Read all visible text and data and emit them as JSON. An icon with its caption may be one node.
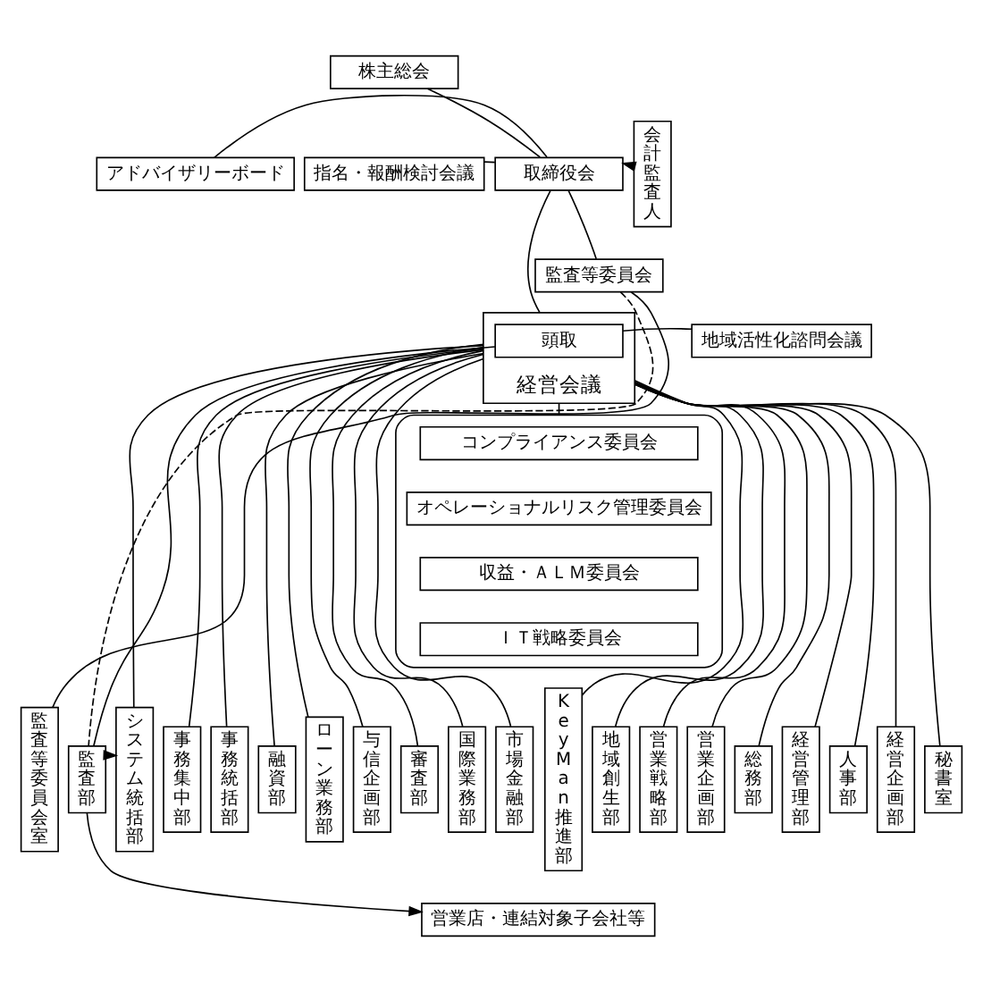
{
  "diagram": {
    "nodes": [
      {
        "text": [
          "株主総会"
        ]
      },
      {
        "text": [
          "アドバイザリーボード"
        ]
      },
      {
        "text": [
          "指名・報酬検討会議"
        ]
      },
      {
        "text": [
          "取締役会"
        ]
      },
      {
        "text": [
          "会計監査人"
        ]
      },
      {
        "text": [
          "監査等委員会"
        ]
      },
      {
        "text": [
          "経営会議"
        ]
      },
      {
        "text": [
          "頭取"
        ],
        "in": 6
      },
      {
        "text": [
          "地域活性化諮問会議"
        ]
      },
      {
        "text": [],
        "shape": "box"
      },
      {
        "text": [
          "コンプライアンス委員会"
        ],
        "in": 9
      },
      {
        "text": [
          "オペレーショナルリスク管理委員会"
        ],
        "in": 9
      },
      {
        "text": [
          "収益・ＡＬＭ委員会"
        ],
        "in": 9
      },
      {
        "text": [
          "ＩＴ戦略委員会"
        ],
        "in": 9
      },
      {
        "text": [
          "監査等委員会室"
        ]
      },
      {
        "text": [
          "監査部"
        ]
      },
      {
        "text": [
          "システム統括部"
        ]
      },
      {
        "text": [
          "事務集中部"
        ]
      },
      {
        "text": [
          "事務統括部"
        ]
      },
      {
        "text": [
          "融資部"
        ]
      },
      {
        "text": [
          "ローン業務部"
        ]
      },
      {
        "text": [
          "与信企画部"
        ]
      },
      {
        "text": [
          "審査部"
        ]
      },
      {
        "text": [
          "国際業務部"
        ]
      },
      {
        "text": [
          "市場金融部"
        ]
      },
      {
        "text": [
          "KeyMan推進部"
        ]
      },
      {
        "text": [
          "地域創生部"
        ]
      },
      {
        "text": [
          "営業戦略部"
        ]
      },
      {
        "text": [
          "営業企画部"
        ]
      },
      {
        "text": [
          "総務部"
        ]
      },
      {
        "text": [
          "経営管理部"
        ]
      },
      {
        "text": [
          "人事部"
        ]
      },
      {
        "text": [
          "経営企画部"
        ]
      },
      {
        "text": [
          "秘書室"
        ]
      },
      {
        "text": [
          "営業店・連結対象子会社等"
        ]
      }
    ],
    "edges": [
      {
        "from": 0,
        "to": 3,
        "arrow": "none"
      },
      {
        "from": 1,
        "to": 3,
        "arrow": "none"
      },
      {
        "from": 2,
        "to": 3,
        "arrow": "none"
      },
      {
        "from": 4,
        "to": 3,
        "arrow": "to"
      },
      {
        "from": 5,
        "to": 3,
        "arrow": "none"
      },
      {
        "from": 3,
        "to": 6,
        "arrow": "none"
      },
      {
        "from": 5,
        "to": 14,
        "arrow": "none"
      },
      {
        "from": 5,
        "to": 15,
        "arrow": "none",
        "style": "dashed"
      },
      {
        "from": 7,
        "to": 8,
        "arrow": "none"
      },
      {
        "from": 7,
        "to": 15,
        "arrow": "none"
      },
      {
        "from": 6,
        "to": 9,
        "arrow": "none"
      },
      {
        "from": 6,
        "to": 16,
        "arrow": "none"
      },
      {
        "from": 6,
        "to": 17,
        "arrow": "none"
      },
      {
        "from": 6,
        "to": 18,
        "arrow": "none"
      },
      {
        "from": 6,
        "to": 19,
        "arrow": "none"
      },
      {
        "from": 6,
        "to": 20,
        "arrow": "none"
      },
      {
        "from": 6,
        "to": 21,
        "arrow": "none"
      },
      {
        "from": 6,
        "to": 22,
        "arrow": "none"
      },
      {
        "from": 6,
        "to": 23,
        "arrow": "none"
      },
      {
        "from": 6,
        "to": 24,
        "arrow": "none"
      },
      {
        "from": 6,
        "to": 25,
        "arrow": "none"
      },
      {
        "from": 6,
        "to": 26,
        "arrow": "none"
      },
      {
        "from": 6,
        "to": 27,
        "arrow": "none"
      },
      {
        "from": 6,
        "to": 28,
        "arrow": "none"
      },
      {
        "from": 6,
        "to": 29,
        "arrow": "none"
      },
      {
        "from": 6,
        "to": 30,
        "arrow": "none"
      },
      {
        "from": 6,
        "to": 31,
        "arrow": "none"
      },
      {
        "from": 6,
        "to": 32,
        "arrow": "none"
      },
      {
        "from": 6,
        "to": 33,
        "arrow": "none"
      },
      {
        "from": 15,
        "to": 16,
        "arrow": "to"
      },
      {
        "from": 15,
        "to": 34,
        "arrow": "to"
      }
    ]
  }
}
